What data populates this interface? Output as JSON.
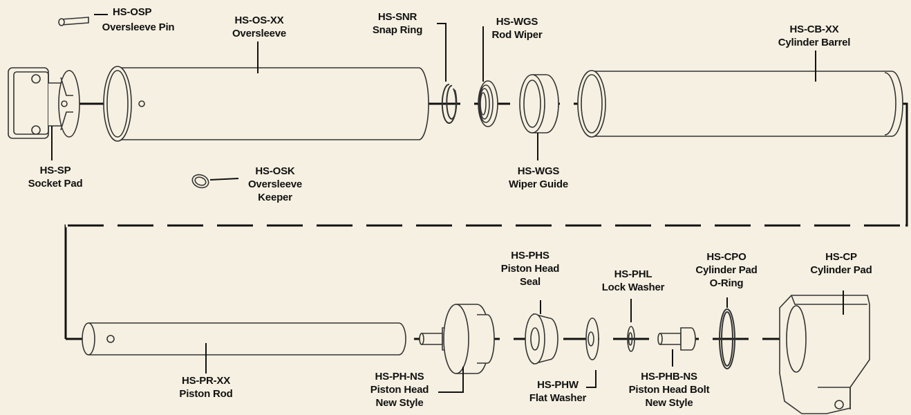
{
  "parts": {
    "oversleeve_pin": {
      "code": "HS-OSP",
      "name": "Oversleeve Pin"
    },
    "oversleeve": {
      "code": "HS-OS-XX",
      "name": "Oversleeve"
    },
    "snap_ring": {
      "code": "HS-SNR",
      "name": "Snap Ring"
    },
    "rod_wiper": {
      "code": "HS-WGS",
      "name": "Rod Wiper"
    },
    "cylinder_barrel": {
      "code": "HS-CB-XX",
      "name": "Cylinder Barrel"
    },
    "socket_pad": {
      "code": "HS-SP",
      "name": "Socket Pad"
    },
    "oversleeve_keeper": {
      "code": "HS-OSK",
      "name": "Oversleeve",
      "name2": "Keeper"
    },
    "wiper_guide": {
      "code": "HS-WGS",
      "name": "Wiper Guide"
    },
    "piston_head_seal": {
      "code": "HS-PHS",
      "name": "Piston Head",
      "name2": "Seal"
    },
    "lock_washer": {
      "code": "HS-PHL",
      "name": "Lock Washer"
    },
    "cylinder_pad_oring": {
      "code": "HS-CPO",
      "name": "Cylinder Pad",
      "name2": "O-Ring"
    },
    "cylinder_pad": {
      "code": "HS-CP",
      "name": "Cylinder Pad"
    },
    "piston_rod": {
      "code": "HS-PR-XX",
      "name": "Piston Rod"
    },
    "piston_head": {
      "code": "HS-PH-NS",
      "name": "Piston Head",
      "name2": "New Style"
    },
    "flat_washer": {
      "code": "HS-PHW",
      "name": "Flat Washer"
    },
    "piston_head_bolt": {
      "code": "HS-PHB-NS",
      "name": "Piston Head Bolt",
      "name2": "New Style"
    }
  },
  "colors": {
    "background": "#f5f0e1",
    "line": "#111111",
    "drawing": "#333333"
  }
}
